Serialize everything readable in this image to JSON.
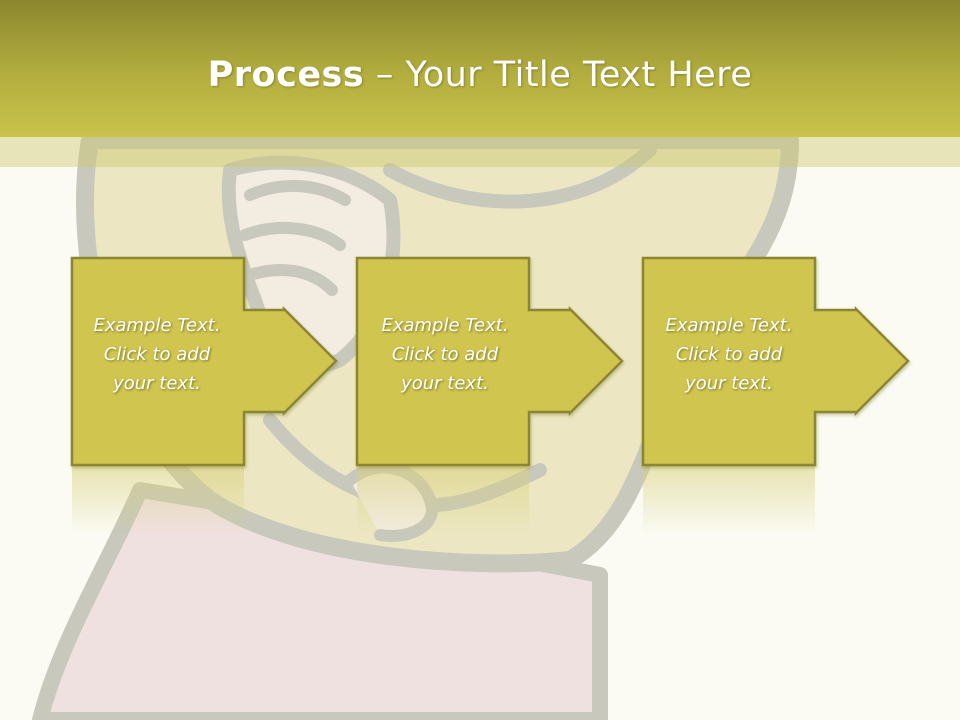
{
  "slide": {
    "title_bold": "Process",
    "title_rest": " – Your Title Text Here"
  },
  "steps": [
    {
      "text": "Example Text.\nClick  to add\nyour text."
    },
    {
      "text": "Example Text.\nClick  to add\nyour text."
    },
    {
      "text": "Example Text.\nClick  to add\nyour text."
    }
  ],
  "colors": {
    "title_bar": "#b3ae3e",
    "step_fill": "#cfc54f",
    "step_border": "#8c8630",
    "background": "#fbfbf4"
  }
}
